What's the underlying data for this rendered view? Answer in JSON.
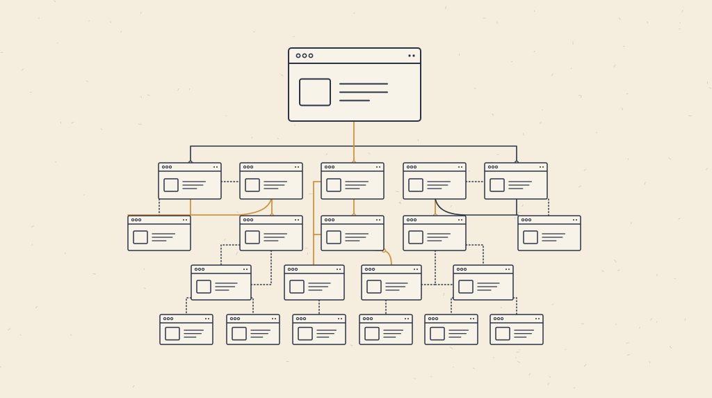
{
  "colors": {
    "background": "#f5eedf",
    "frame_stroke": "#2b3245",
    "frame_fill": "#f8f3e8",
    "connector_solid": "#2b3245",
    "connector_accent": "#cf9240",
    "connector_dotted": "#2b3245",
    "speckle": "#c9bfae"
  },
  "icons": {
    "window_dots": "three-dot-window-controls-icon",
    "window_mini_dots": "two-dot-window-controls-icon",
    "content_thumbnail": "image-placeholder-icon",
    "content_lines": "text-lines-icon"
  },
  "nodes": [
    {
      "id": "root",
      "level": 0
    },
    {
      "id": "l1-a",
      "level": 1
    },
    {
      "id": "l1-b",
      "level": 1
    },
    {
      "id": "l1-c",
      "level": 1
    },
    {
      "id": "l1-d",
      "level": 1
    },
    {
      "id": "l1-e",
      "level": 1
    },
    {
      "id": "l2-a",
      "level": 2
    },
    {
      "id": "l2-b",
      "level": 2
    },
    {
      "id": "l2-c",
      "level": 2
    },
    {
      "id": "l2-d",
      "level": 2
    },
    {
      "id": "l2-e",
      "level": 2
    },
    {
      "id": "l3-a",
      "level": 3
    },
    {
      "id": "l3-b",
      "level": 3
    },
    {
      "id": "l3-c",
      "level": 3
    },
    {
      "id": "l3-d",
      "level": 3
    },
    {
      "id": "l4-a",
      "level": 4
    },
    {
      "id": "l4-b",
      "level": 4
    },
    {
      "id": "l4-c",
      "level": 4
    },
    {
      "id": "l4-d",
      "level": 4
    },
    {
      "id": "l4-e",
      "level": 4
    },
    {
      "id": "l4-f",
      "level": 4
    }
  ],
  "connections": [
    {
      "from": "root",
      "to": "l1-c",
      "style": "accent"
    },
    {
      "from": "root",
      "to": "l1-a",
      "style": "solid"
    },
    {
      "from": "root",
      "to": "l1-e",
      "style": "solid"
    },
    {
      "from": "l1-a",
      "to": "l1-b",
      "style": "dotted"
    },
    {
      "from": "l1-d",
      "to": "l1-e",
      "style": "dotted"
    },
    {
      "from": "l1-a",
      "to": "l2-a",
      "style": "dotted"
    },
    {
      "from": "l1-a",
      "to": "l2-b",
      "style": "accent"
    },
    {
      "from": "l1-b",
      "to": "l2-b",
      "style": "accent"
    },
    {
      "from": "l1-c",
      "to": "l2-c",
      "style": "accent"
    },
    {
      "from": "l1-c",
      "to": "l3-b",
      "style": "accent"
    },
    {
      "from": "l1-d",
      "to": "l2-d",
      "style": "accent"
    },
    {
      "from": "l1-d",
      "to": "l2-e",
      "style": "solid"
    },
    {
      "from": "l1-e",
      "to": "l2-e",
      "style": "dotted"
    },
    {
      "from": "l2-b",
      "to": "l3-a",
      "style": "dotted"
    },
    {
      "from": "l2-c",
      "to": "l3-c",
      "style": "accent"
    },
    {
      "from": "l2-d",
      "to": "l3-c",
      "style": "dotted"
    },
    {
      "from": "l2-d",
      "to": "l3-d",
      "style": "dotted"
    },
    {
      "from": "l3-a",
      "to": "l4-a",
      "style": "dotted"
    },
    {
      "from": "l3-a",
      "to": "l4-b",
      "style": "dotted"
    },
    {
      "from": "l3-b",
      "to": "l4-c",
      "style": "dotted"
    },
    {
      "from": "l3-c",
      "to": "l4-d",
      "style": "dotted"
    },
    {
      "from": "l3-d",
      "to": "l4-e",
      "style": "dotted"
    },
    {
      "from": "l3-d",
      "to": "l4-f",
      "style": "dotted"
    }
  ]
}
